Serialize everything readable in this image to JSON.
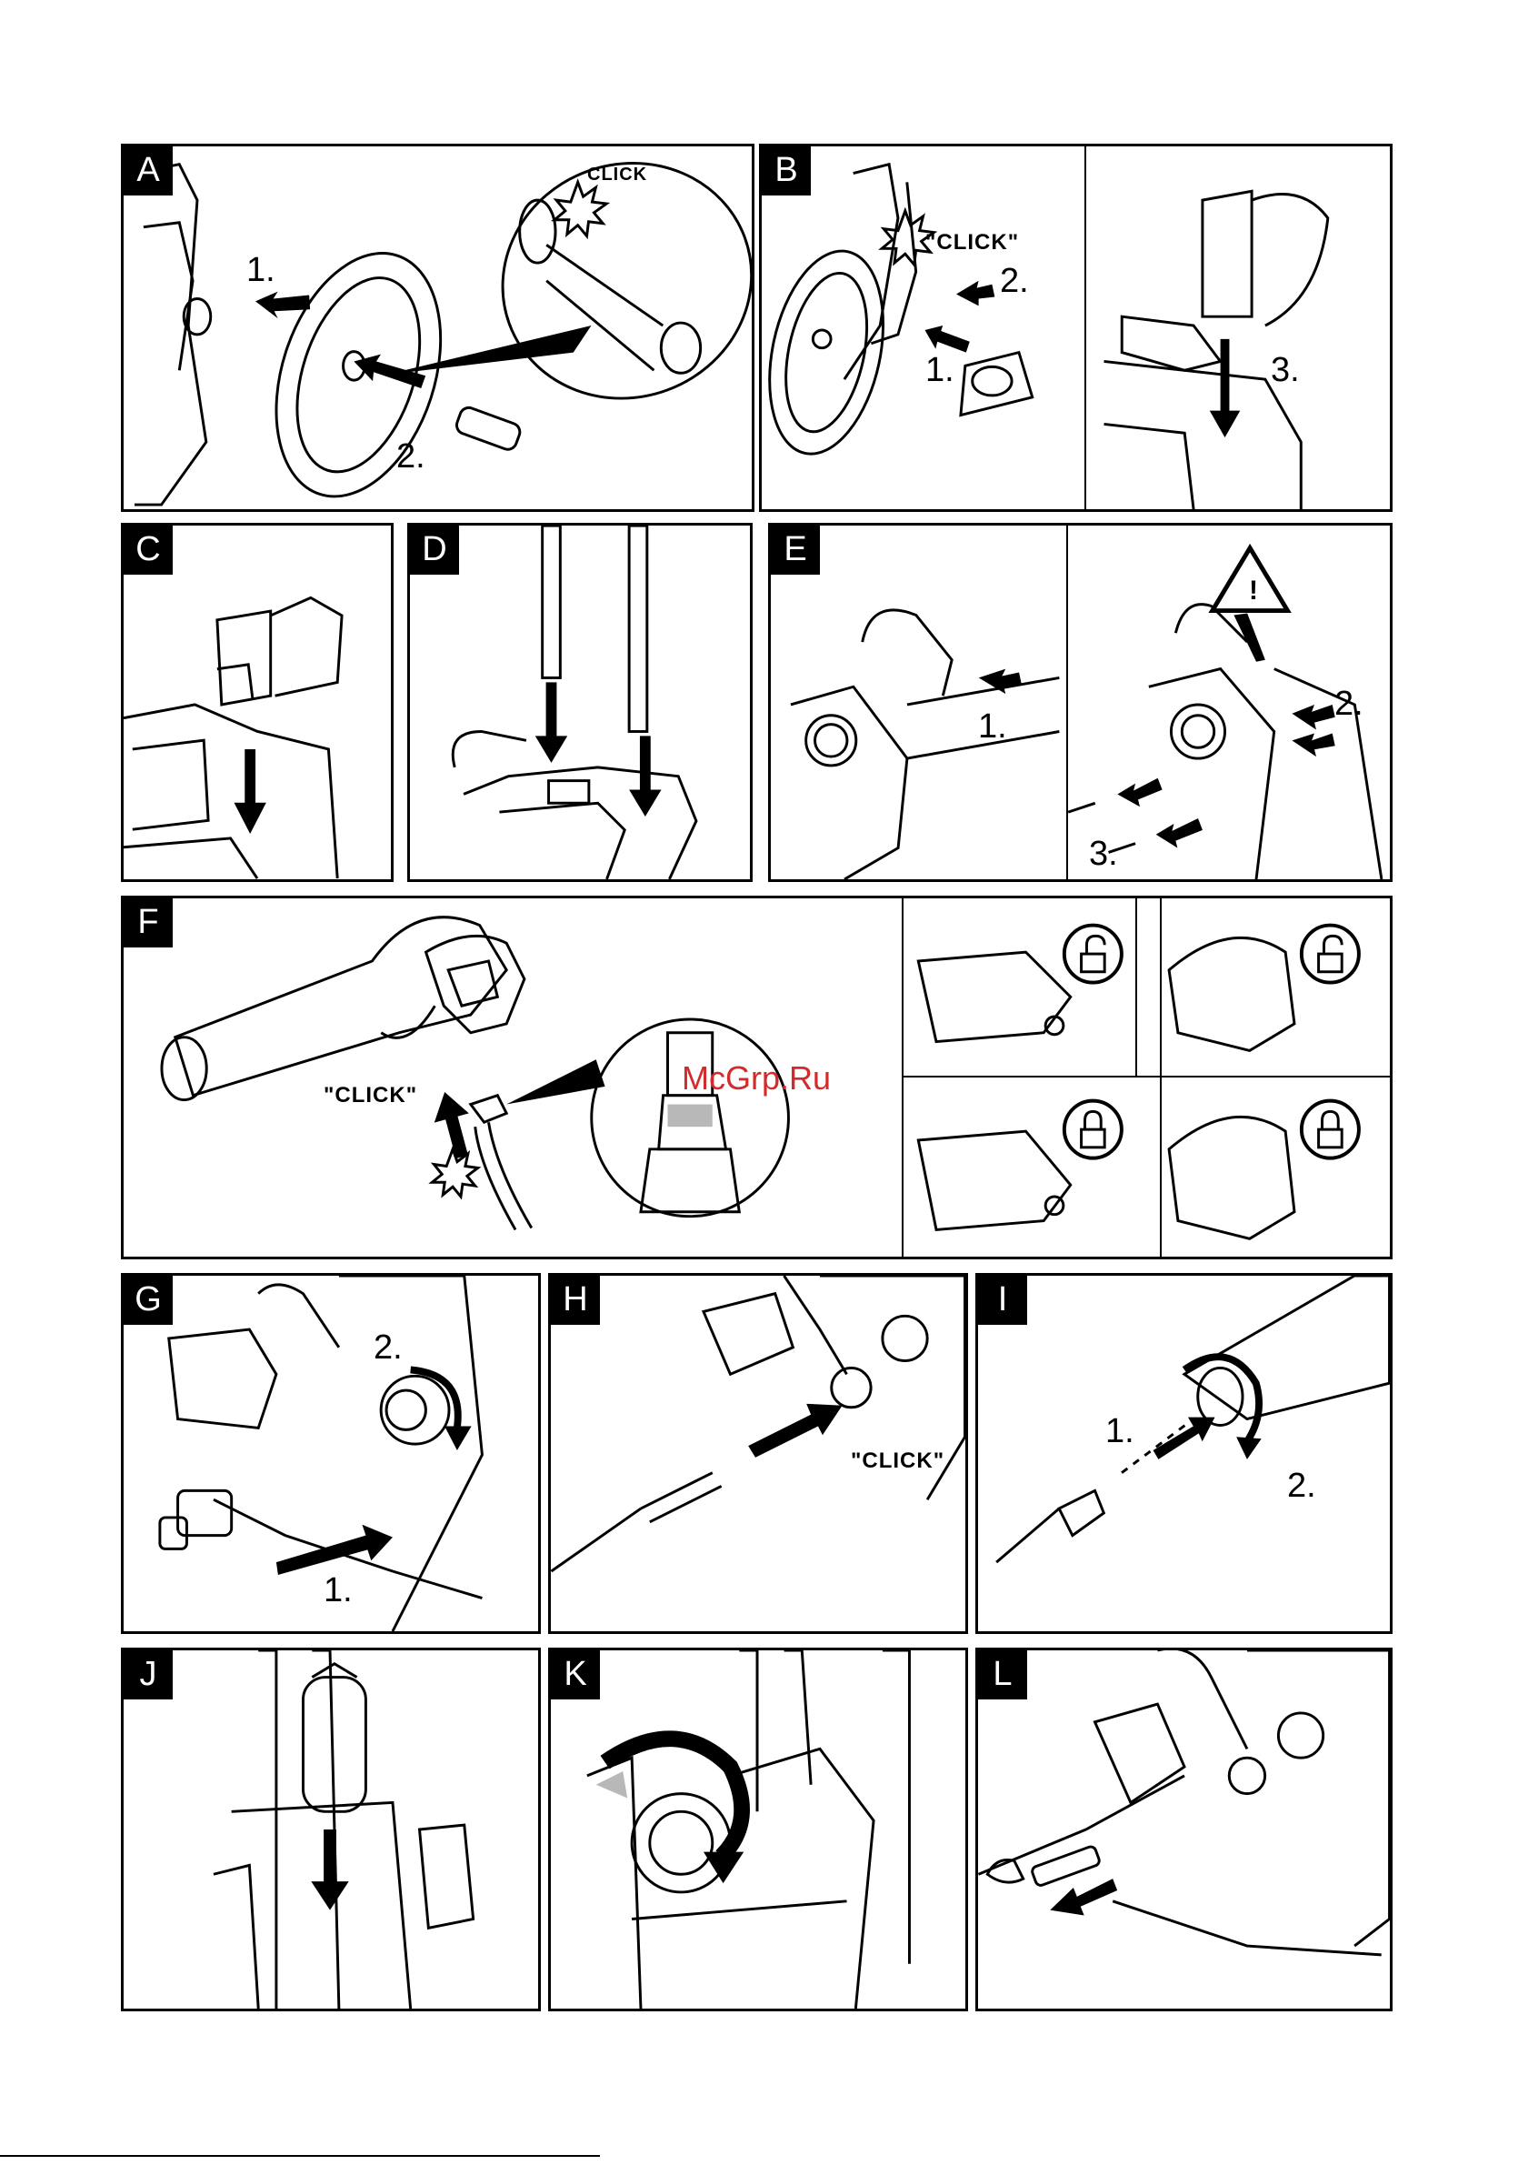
{
  "watermark": "McGrp.Ru",
  "panels": {
    "A": {
      "letter": "A",
      "steps": [
        "1.",
        "2."
      ],
      "click": "CLICK"
    },
    "B": {
      "letter": "B",
      "steps": [
        "1.",
        "2.",
        "3."
      ],
      "click": "\"CLICK\""
    },
    "C": {
      "letter": "C"
    },
    "D": {
      "letter": "D"
    },
    "E": {
      "letter": "E",
      "steps": [
        "1.",
        "2.",
        "3."
      ],
      "warning_symbol": "!"
    },
    "F": {
      "letter": "F",
      "click": "\"CLICK\""
    },
    "G": {
      "letter": "G",
      "steps": [
        "1.",
        "2."
      ]
    },
    "H": {
      "letter": "H",
      "click": "\"CLICK\""
    },
    "I": {
      "letter": "I",
      "steps": [
        "1.",
        "2."
      ]
    },
    "J": {
      "letter": "J"
    },
    "K": {
      "letter": "K"
    },
    "L": {
      "letter": "L"
    }
  },
  "icons": {
    "unlocked": "unlock-icon",
    "locked": "lock-icon",
    "warning": "warning-triangle-icon",
    "arrow": "arrow-icon",
    "rotate": "rotate-arrow-icon"
  },
  "colors": {
    "ink": "#000000",
    "paper": "#ffffff",
    "watermark": "#d42a2a",
    "shade": "#b8b8b8"
  }
}
